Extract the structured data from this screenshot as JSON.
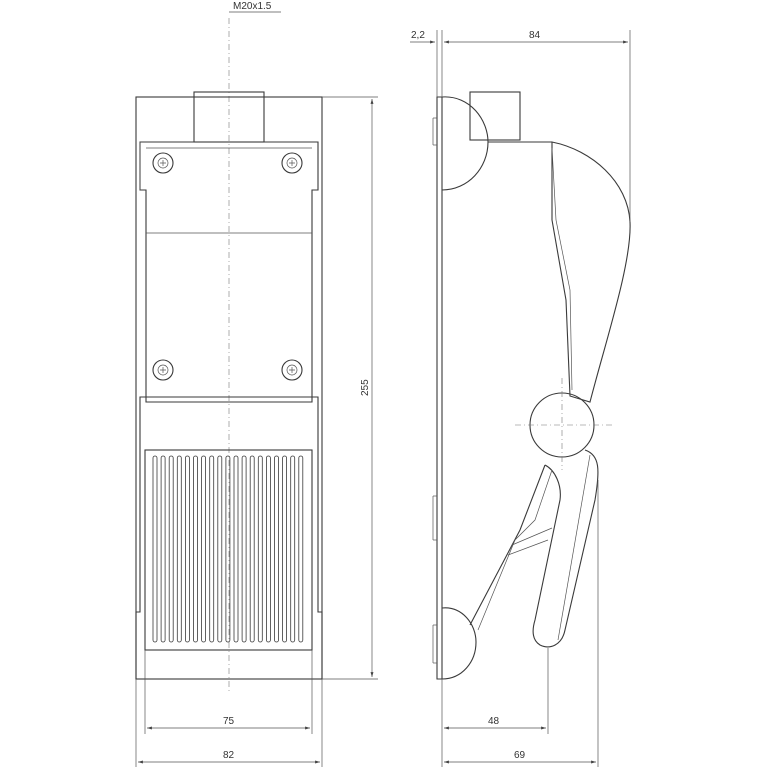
{
  "labels": {
    "thread": "M20x1.5",
    "height": "255",
    "inner_width": "75",
    "outer_width": "82",
    "offset": "2,2",
    "depth": "84",
    "lever_base": "48",
    "base_depth": "69"
  }
}
